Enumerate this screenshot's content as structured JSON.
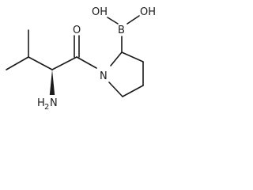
{
  "molecule": {
    "atoms": {
      "oxygen_hydroxyl_left": "OH",
      "oxygen_hydroxyl_right": "OH",
      "boron": "B",
      "carbonyl_oxygen": "O",
      "nitrogen": "N",
      "amine_h": "H",
      "amine_n": "N",
      "amine_sub": "2"
    }
  }
}
